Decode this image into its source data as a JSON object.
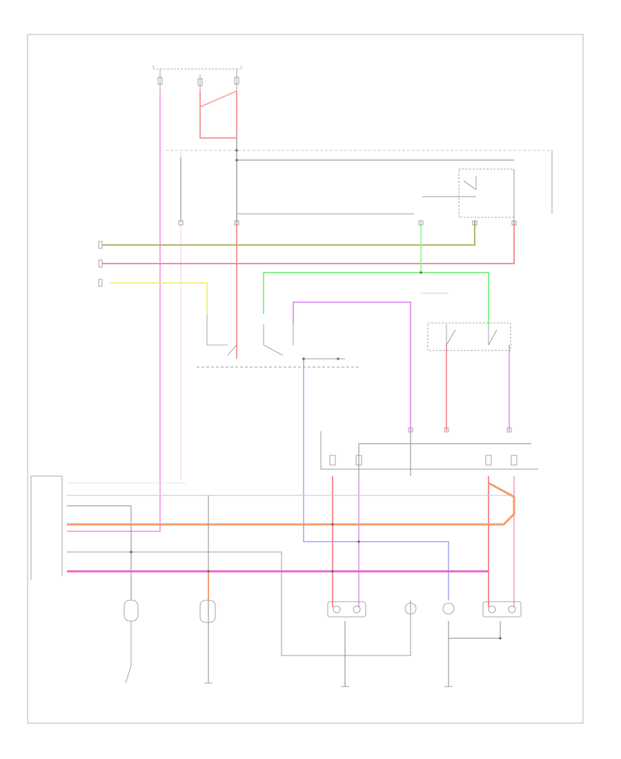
{
  "diagram": {
    "footer_code": "",
    "components": [
      {
        "id": "fuse-box-top",
        "label": ""
      },
      {
        "id": "headlight-relay-right",
        "label": ""
      },
      {
        "id": "dimmer-switch",
        "label": ""
      },
      {
        "id": "headlight-switch",
        "label": ""
      },
      {
        "id": "passing-switch",
        "label": ""
      },
      {
        "id": "fuse-box-right",
        "label": ""
      },
      {
        "id": "left-headlight-hi",
        "label": ""
      },
      {
        "id": "left-headlight-lo",
        "label": ""
      },
      {
        "id": "right-headlight-lo",
        "label": ""
      },
      {
        "id": "right-headlight-hi",
        "label": ""
      },
      {
        "id": "indicator-light",
        "label": ""
      },
      {
        "id": "ground-left",
        "label": ""
      },
      {
        "id": "ground-mid",
        "label": ""
      },
      {
        "id": "ground-right",
        "label": ""
      }
    ],
    "wire_colors": {
      "pink": "#f4a6f0",
      "red": "#f48c8c",
      "orange": "#f59a6b",
      "magenta": "#ee62c8",
      "olive": "#b3b36a",
      "yellow": "#f3ee86",
      "green": "#86f08c",
      "violet": "#e49cf0",
      "blue": "#9da4f0",
      "gray": "#9a9a9a",
      "lightgray": "#cfcfcf",
      "frame": "#b5b5b5"
    }
  }
}
